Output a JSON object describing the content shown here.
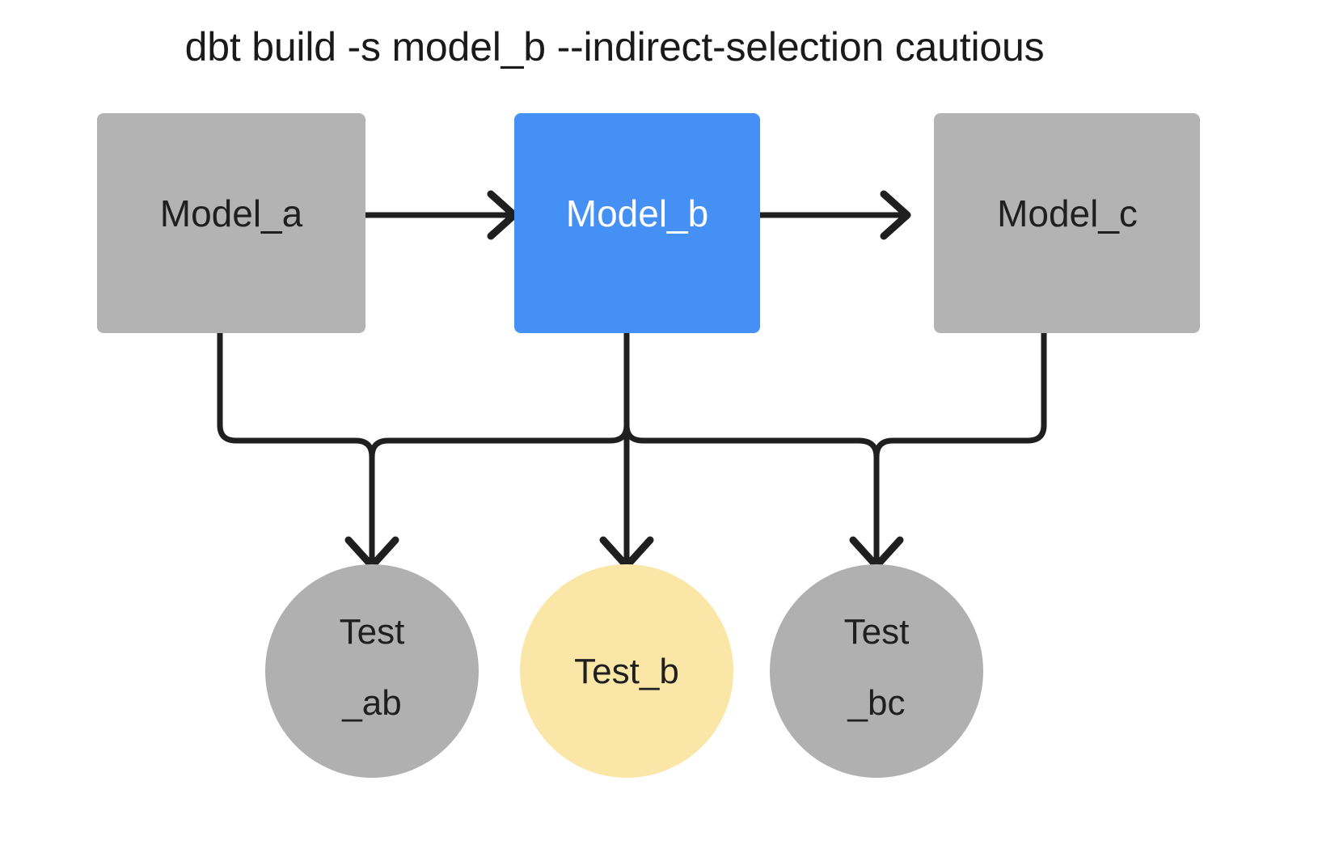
{
  "title": "dbt build -s model_b --indirect-selection cautious",
  "colors": {
    "background": "#ffffff",
    "node_gray": "#b3b3b3",
    "node_selected_blue": "#4590f5",
    "test_gray": "#b0b0b0",
    "test_highlight_yellow": "#fae7a8",
    "edge_black": "#1f1f1f",
    "text_dark": "#1f1f1f",
    "text_light": "#ffffff"
  },
  "models": [
    {
      "id": "model_a",
      "label": "Model_a",
      "state": "unselected"
    },
    {
      "id": "model_b",
      "label": "Model_b",
      "state": "selected"
    },
    {
      "id": "model_c",
      "label": "Model_c",
      "state": "unselected"
    }
  ],
  "tests": [
    {
      "id": "test_ab",
      "line1": "Test",
      "line2": "_ab",
      "state": "unselected"
    },
    {
      "id": "test_b",
      "line1": "Test_b",
      "line2": "",
      "state": "selected"
    },
    {
      "id": "test_bc",
      "line1": "Test",
      "line2": "_bc",
      "state": "unselected"
    }
  ],
  "edges": [
    {
      "from": "model_a",
      "to": "model_b",
      "kind": "horizontal"
    },
    {
      "from": "model_b",
      "to": "model_c",
      "kind": "horizontal"
    },
    {
      "from": "model_a",
      "to": "test_ab",
      "kind": "orthogonal"
    },
    {
      "from": "model_b",
      "to": "test_ab",
      "kind": "orthogonal"
    },
    {
      "from": "model_b",
      "to": "test_b",
      "kind": "orthogonal"
    },
    {
      "from": "model_b",
      "to": "test_bc",
      "kind": "orthogonal"
    },
    {
      "from": "model_c",
      "to": "test_bc",
      "kind": "orthogonal"
    }
  ]
}
